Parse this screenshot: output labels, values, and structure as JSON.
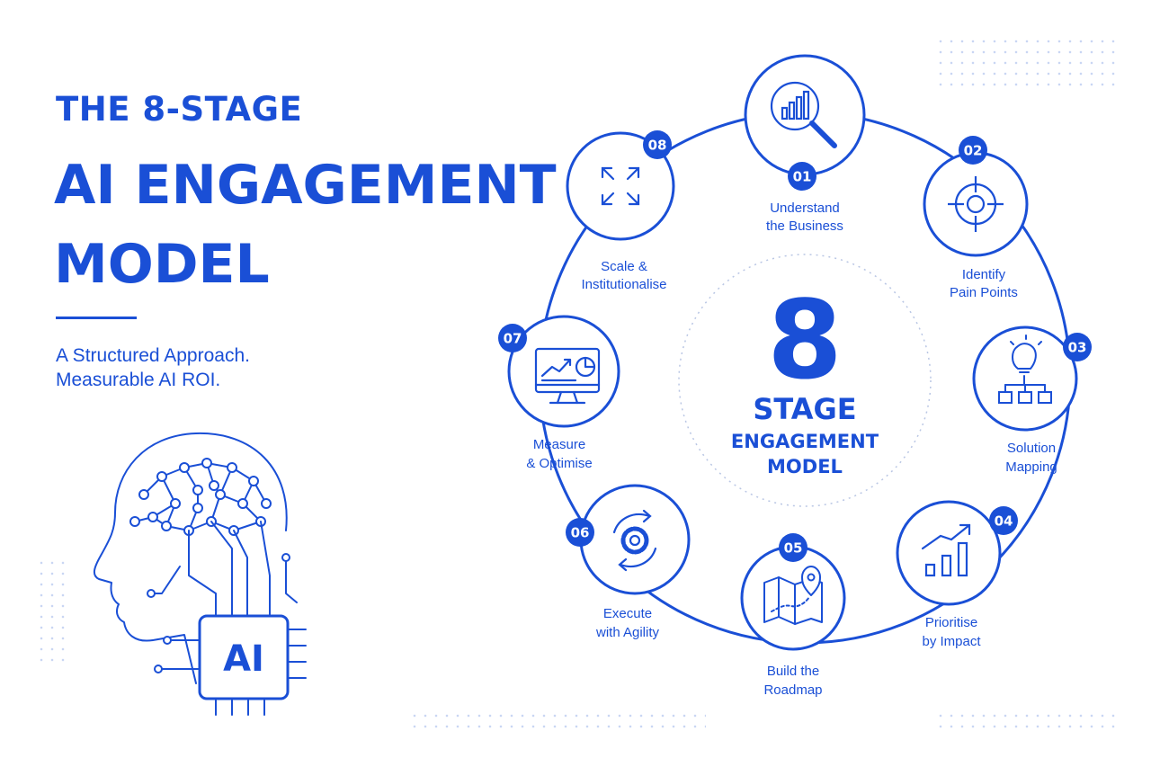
{
  "header": {
    "title_line1": "THE 8-STAGE",
    "title_line2": "AI ENGAGEMENT",
    "title_line3": "MODEL",
    "subtitle_line1": "A Structured Approach.",
    "subtitle_line2": "Measurable AI ROI."
  },
  "center": {
    "number": "8",
    "stage_word": "STAGE",
    "line1": "ENGAGEMENT",
    "line2": "MODEL"
  },
  "chip_label": "AI",
  "colors": {
    "primary": "#1a4fd6",
    "background": "#ffffff",
    "dots": "#c9d6f3"
  },
  "stages": [
    {
      "number": "01",
      "line1": "Understand",
      "line2": "the Business",
      "icon": "magnifier-chart-icon"
    },
    {
      "number": "02",
      "line1": "Identify",
      "line2": "Pain Points",
      "icon": "target-icon"
    },
    {
      "number": "03",
      "line1": "Solution",
      "line2": "Mapping",
      "icon": "lightbulb-flow-icon"
    },
    {
      "number": "04",
      "line1": "Prioritise",
      "line2": "by Impact",
      "icon": "growth-bars-icon"
    },
    {
      "number": "05",
      "line1": "Build the",
      "line2": "Roadmap",
      "icon": "map-pin-icon"
    },
    {
      "number": "06",
      "line1": "Execute",
      "line2": "with Agility",
      "icon": "gear-cycle-icon"
    },
    {
      "number": "07",
      "line1": "Measure",
      "line2": "& Optimise",
      "icon": "monitor-chart-icon"
    },
    {
      "number": "08",
      "line1": "Scale &",
      "line2": "Institutionalise",
      "icon": "expand-arrows-icon"
    }
  ]
}
